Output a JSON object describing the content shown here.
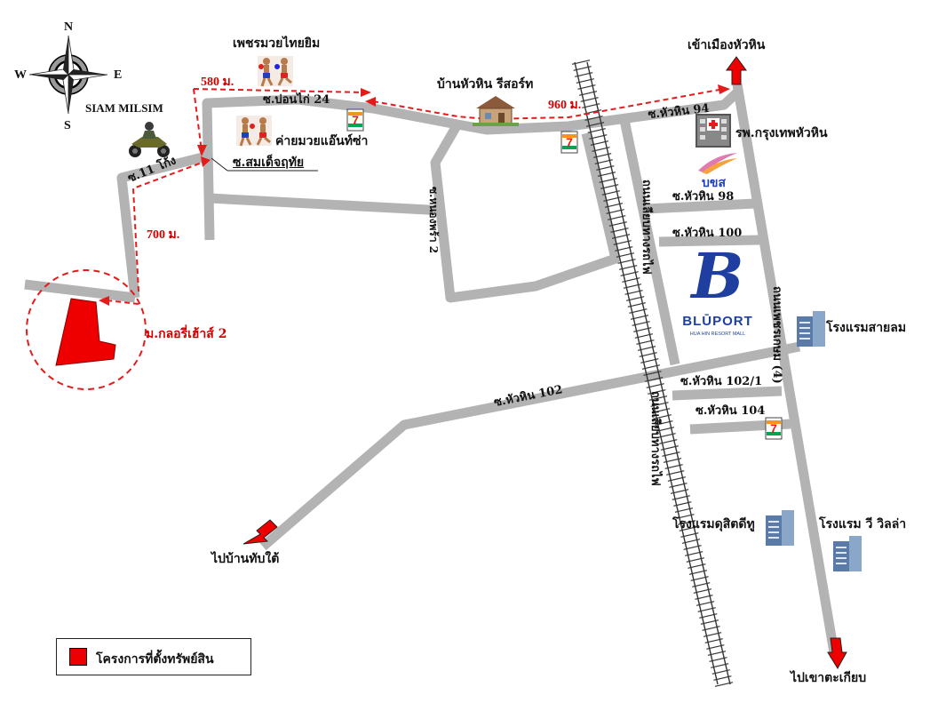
{
  "compass": {
    "n": "N",
    "s": "S",
    "e": "E",
    "w": "W"
  },
  "distances": {
    "d580": "580 ม.",
    "d960": "960 ม.",
    "d700": "700 ม."
  },
  "roads": {
    "soi_bon_kai_24": "ซ.บ่อนไก่ 24",
    "soi_somdet_chut_thai": "ซ.สมเด็จฤทัย",
    "soi_11_kong": "ซ.11 โก้ง",
    "soi_huahin_94": "ซ.หัวหิน 94",
    "soi_huahin_98": "ซ.หัวหิน 98",
    "soi_huahin_100": "ซ.หัวหิน 100",
    "soi_huahin_102": "ซ.หัวหิน 102",
    "soi_huahin_102_1": "ซ.หัวหิน 102/1",
    "soi_huahin_104": "ซ.หัวหิน 104",
    "soi_vertical_mid": "ซ.หนองพร้า 2",
    "rail_road_left": "ถนนเลียบทางรถไฟ",
    "rail_road_right": "ถนนเลียบทางรถไฟ",
    "highway": "ถนนเพชรเกษม (4)"
  },
  "places": {
    "muay_thai_gym": "เพชรมวยไทยยิม",
    "ansha_camp": "ค่ายมวยแอ๊นท์ซ่า",
    "siam_milsim": "SIAM MILSIM",
    "resort": "บ้านหัวหิน รีสอร์ท",
    "hospital": "รพ.กรุงเทพหัวหิน",
    "hotel_sailom": "โรงแรมสายลม",
    "hotel_dusit": "โรงแรมดุสิตดีทู",
    "hotel_v_villa": "โรงแรม วี วิลล่า",
    "project": "ม.กลอรี่เฮ้าส์ 2",
    "bluport": "BLŪPORT",
    "bluport_sub": "HUA HIN RESORT MALL",
    "blu_logo": "B",
    "brand_bs": "บขส",
    "seven_eleven": "7"
  },
  "directions": {
    "to_huahin": "เข้าเมืองหัวหิน",
    "to_ban_tap_tai": "ไปบ้านทับใต้",
    "to_khao_takiap": "ไปเขาตะเกียบ"
  },
  "legend": {
    "label": "โครงการที่ตั้งทรัพย์สิน"
  },
  "colors": {
    "road": "#b3b3b3",
    "route": "#e41b1b",
    "project": "#ee0000",
    "rail": "#333333"
  }
}
